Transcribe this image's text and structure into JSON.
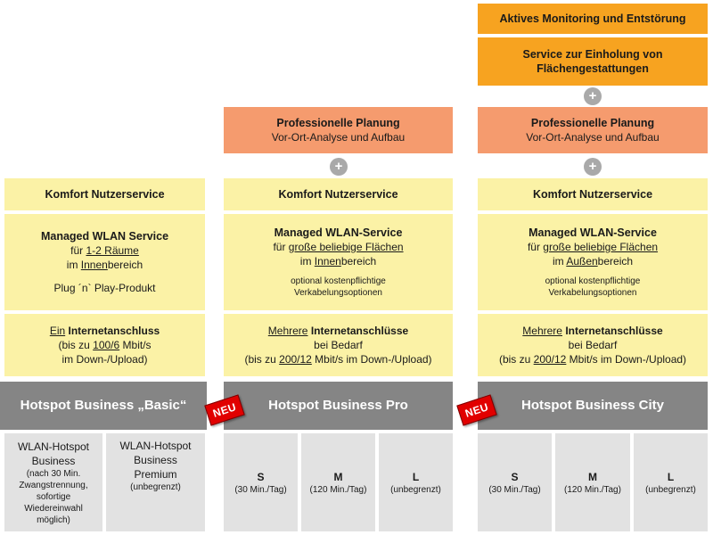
{
  "top": {
    "monitoring": "Aktives Monitoring und Entstörung",
    "service_line1": "Service zur Einholung von",
    "service_line2": "Flächengestattungen"
  },
  "planning": {
    "title": "Professionelle Planung",
    "subtitle": "Vor-Ort-Analyse und Aufbau"
  },
  "plus": "+",
  "komfort": "Komfort Nutzerservice",
  "basic": {
    "wlan_title": "Managed WLAN Service",
    "wlan_line1_pre": "für ",
    "wlan_line1_u": "1-2 Räume",
    "wlan_line2_pre": "im ",
    "wlan_line2_u": "Innen",
    "wlan_line2_post": "bereich",
    "plug": "Plug ´n` Play-Produkt",
    "inet_u": "Ein",
    "inet_b": " Internetanschluss",
    "inet_line2_pre": "(bis zu ",
    "inet_line2_u": "100/6",
    "inet_line2_post": " Mbit/s",
    "inet_line3": "im Down-/Upload)",
    "product": "Hotspot Business „Basic“",
    "tiers": [
      {
        "name1": "WLAN-Hotspot",
        "name2": "Business",
        "note": "(nach 30 Min. Zwangstrennung, sofortige Wiedereinwahl möglich)"
      },
      {
        "name1": "WLAN-Hotspot",
        "name2": "Business",
        "name3": "Premium",
        "note": "(unbegrenzt)"
      }
    ]
  },
  "pro": {
    "wlan_title": "Managed WLAN-Service",
    "wlan_line1_pre": "für ",
    "wlan_line1_u": "große beliebige Flächen",
    "wlan_line2_pre": "im ",
    "wlan_line2_u": "Innen",
    "wlan_line2_post": "bereich",
    "opt1": "optional kostenpflichtige",
    "opt2": "Verkabelungsoptionen",
    "inet_u": "Mehrere",
    "inet_b": " Internetanschlüsse",
    "inet_line2": "bei Bedarf",
    "inet_line3_pre": "(bis zu ",
    "inet_line3_u": "200/12",
    "inet_line3_post": " Mbit/s im Down-/Upload)",
    "product": "Hotspot Business Pro",
    "neu": "NEU",
    "tiers": [
      {
        "size": "S",
        "note": "(30 Min./Tag)"
      },
      {
        "size": "M",
        "note": "(120 Min./Tag)"
      },
      {
        "size": "L",
        "note": "(unbegrenzt)"
      }
    ]
  },
  "city": {
    "wlan_title": "Managed WLAN-Service",
    "wlan_line1_pre": "für ",
    "wlan_line1_u": "große beliebige Flächen",
    "wlan_line2_pre": "im ",
    "wlan_line2_u": "Außen",
    "wlan_line2_post": "bereich",
    "opt1": "optional kostenpflichtige",
    "opt2": "Verkabelungsoptionen",
    "inet_u": "Mehrere",
    "inet_b": " Internetanschlüsse",
    "inet_line2": "bei Bedarf",
    "inet_line3_pre": "(bis zu ",
    "inet_line3_u": "200/12",
    "inet_line3_post": " Mbit/s im Down-/Upload)",
    "product": "Hotspot Business City",
    "neu": "NEU",
    "tiers": [
      {
        "size": "S",
        "note": "(30 Min./Tag)"
      },
      {
        "size": "M",
        "note": "(120 Min./Tag)"
      },
      {
        "size": "L",
        "note": "(unbegrenzt)"
      }
    ]
  }
}
